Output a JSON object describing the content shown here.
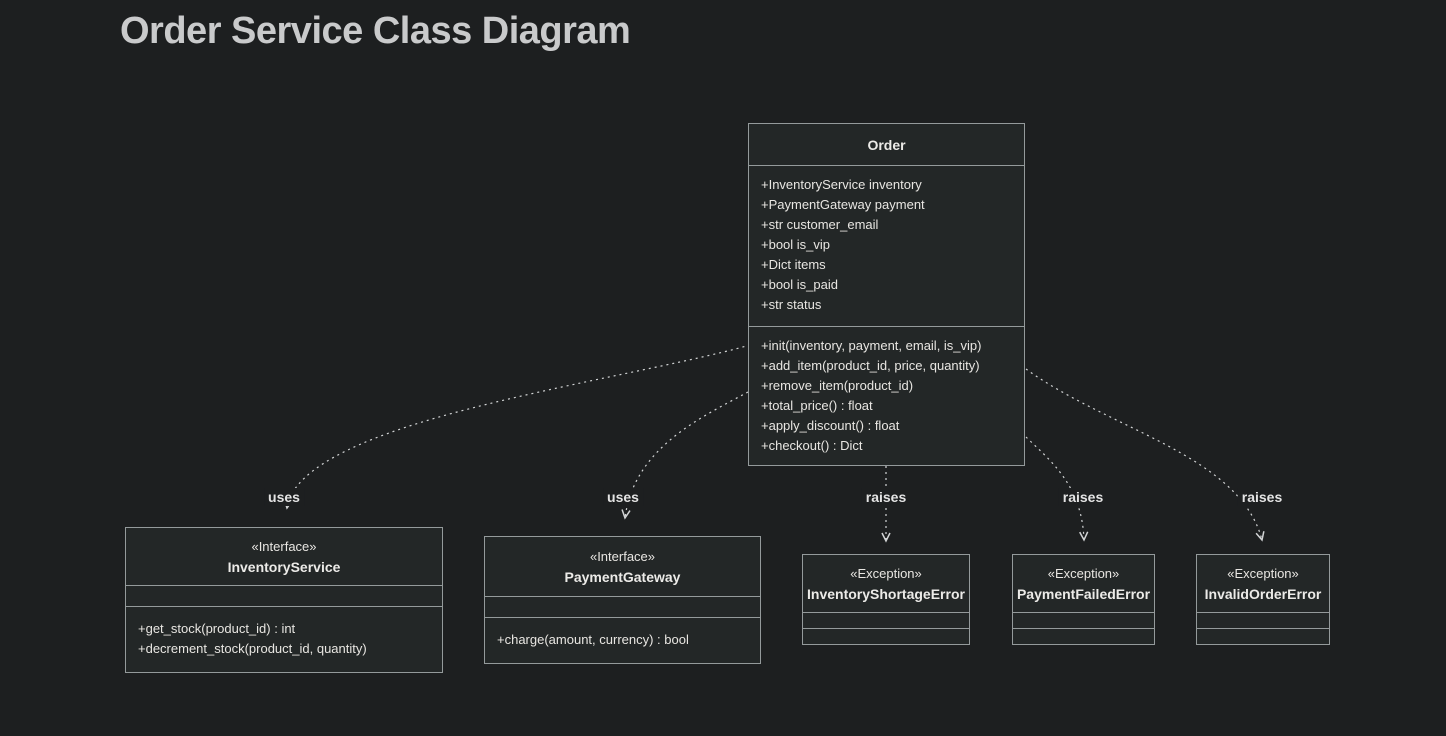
{
  "title": "Order Service Class Diagram",
  "colors": {
    "background": "#1d1f20",
    "node_fill": "#232727",
    "node_border": "#949a9b",
    "text": "#e8e6e2",
    "edge": "#d3d5d6",
    "title_text": "#c9cacb"
  },
  "classes": [
    {
      "name": "Order",
      "stereotype": "",
      "attributes": [
        "+InventoryService inventory",
        "+PaymentGateway payment",
        "+str customer_email",
        "+bool is_vip",
        "+Dict items",
        "+bool is_paid",
        "+str status"
      ],
      "methods": [
        "+init(inventory, payment, email, is_vip)",
        "+add_item(product_id, price, quantity)",
        "+remove_item(product_id)",
        "+total_price() : float",
        "+apply_discount() : float",
        "+checkout() : Dict"
      ]
    },
    {
      "name": "InventoryService",
      "stereotype": "«Interface»",
      "attributes": [],
      "methods": [
        "+get_stock(product_id) : int",
        "+decrement_stock(product_id, quantity)"
      ]
    },
    {
      "name": "PaymentGateway",
      "stereotype": "«Interface»",
      "attributes": [],
      "methods": [
        "+charge(amount, currency) : bool"
      ]
    },
    {
      "name": "InventoryShortageError",
      "stereotype": "«Exception»",
      "attributes": [],
      "methods": []
    },
    {
      "name": "PaymentFailedError",
      "stereotype": "«Exception»",
      "attributes": [],
      "methods": []
    },
    {
      "name": "InvalidOrderError",
      "stereotype": "«Exception»",
      "attributes": [],
      "methods": []
    }
  ],
  "edges": [
    {
      "from": "Order",
      "to": "InventoryService",
      "label": "uses"
    },
    {
      "from": "Order",
      "to": "PaymentGateway",
      "label": "uses"
    },
    {
      "from": "Order",
      "to": "InventoryShortageError",
      "label": "raises"
    },
    {
      "from": "Order",
      "to": "PaymentFailedError",
      "label": "raises"
    },
    {
      "from": "Order",
      "to": "InvalidOrderError",
      "label": "raises"
    }
  ]
}
